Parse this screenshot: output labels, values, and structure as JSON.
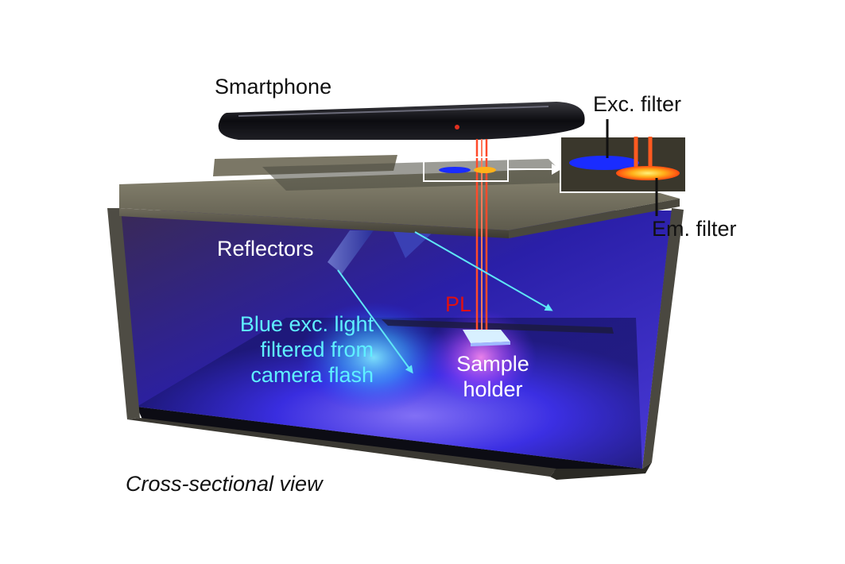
{
  "labels": {
    "smartphone": "Smartphone",
    "exc_filter": "Exc. filter",
    "em_filter": "Em. filter",
    "reflectors": "Reflectors",
    "pl": "PL",
    "blue_light_line1": "Blue exc. light",
    "blue_light_line2": "filtered from",
    "blue_light_line3": "camera flash",
    "sample_line1": "Sample",
    "sample_line2": "holder",
    "view": "Cross-sectional view"
  },
  "colors": {
    "excitation_light": "#2233ff",
    "pl_ray": "#ff4a2a",
    "arrow_cyan": "#5fe6f5",
    "emission_filter": "#ffb21a",
    "excitation_filter": "#1a2cff"
  }
}
